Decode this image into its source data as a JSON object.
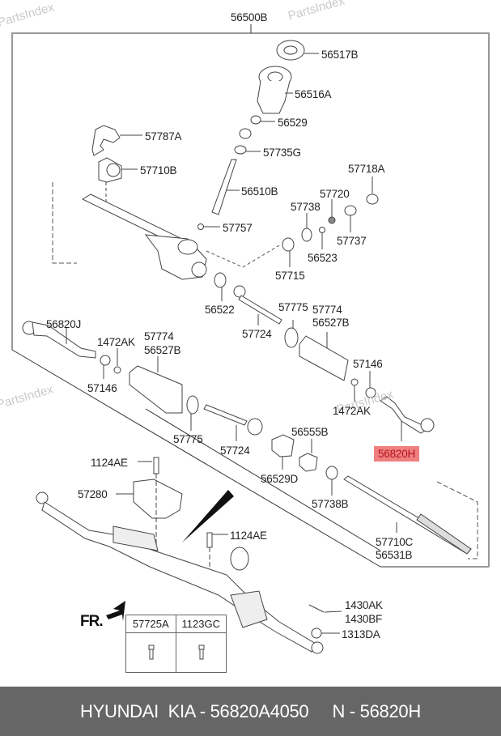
{
  "watermark": "PartsIndex",
  "assembly_label": "56500B",
  "highlight_color": "#f07f7f",
  "highlight_text_color": "#b3141a",
  "parts": {
    "p56517B": "56517B",
    "p56516A": "56516A",
    "p56529": "56529",
    "p57735G": "57735G",
    "p57787A": "57787A",
    "p57710B": "57710B",
    "p56510B": "56510B",
    "p57757": "57757",
    "p57718A": "57718A",
    "p57720": "57720",
    "p57738": "57738",
    "p57737": "57737",
    "p56523": "56523",
    "p57715": "57715",
    "p56522": "56522",
    "p57724_top": "57724",
    "p57775_top": "57775",
    "p57774_top": "57774",
    "p56527B_top": "56527B",
    "p57146_right": "57146",
    "p1472AK_right": "1472AK",
    "p56820H": "56820H",
    "p56820J": "56820J",
    "p1472AK_left": "1472AK",
    "p57774_left": "57774",
    "p56527B_left": "56527B",
    "p57146_left": "57146",
    "p57775_bottom": "57775",
    "p57724_bottom": "57724",
    "p56555B": "56555B",
    "p56529D": "56529D",
    "p57738B": "57738B",
    "p1124AE_top": "1124AE",
    "p57280": "57280",
    "p1124AE_mid": "1124AE",
    "p57710C": "57710C",
    "p56531B": "56531B",
    "p1430AK": "1430AK",
    "p1430BF": "1430BF",
    "p1313DA": "1313DA"
  },
  "front_marker": "FR.",
  "bolt_table": {
    "headers": [
      "57725A",
      "1123GC"
    ]
  },
  "footer": {
    "brand": "HYUNDAI  KIA - 56820A4050",
    "oem": "N - 56820H"
  }
}
